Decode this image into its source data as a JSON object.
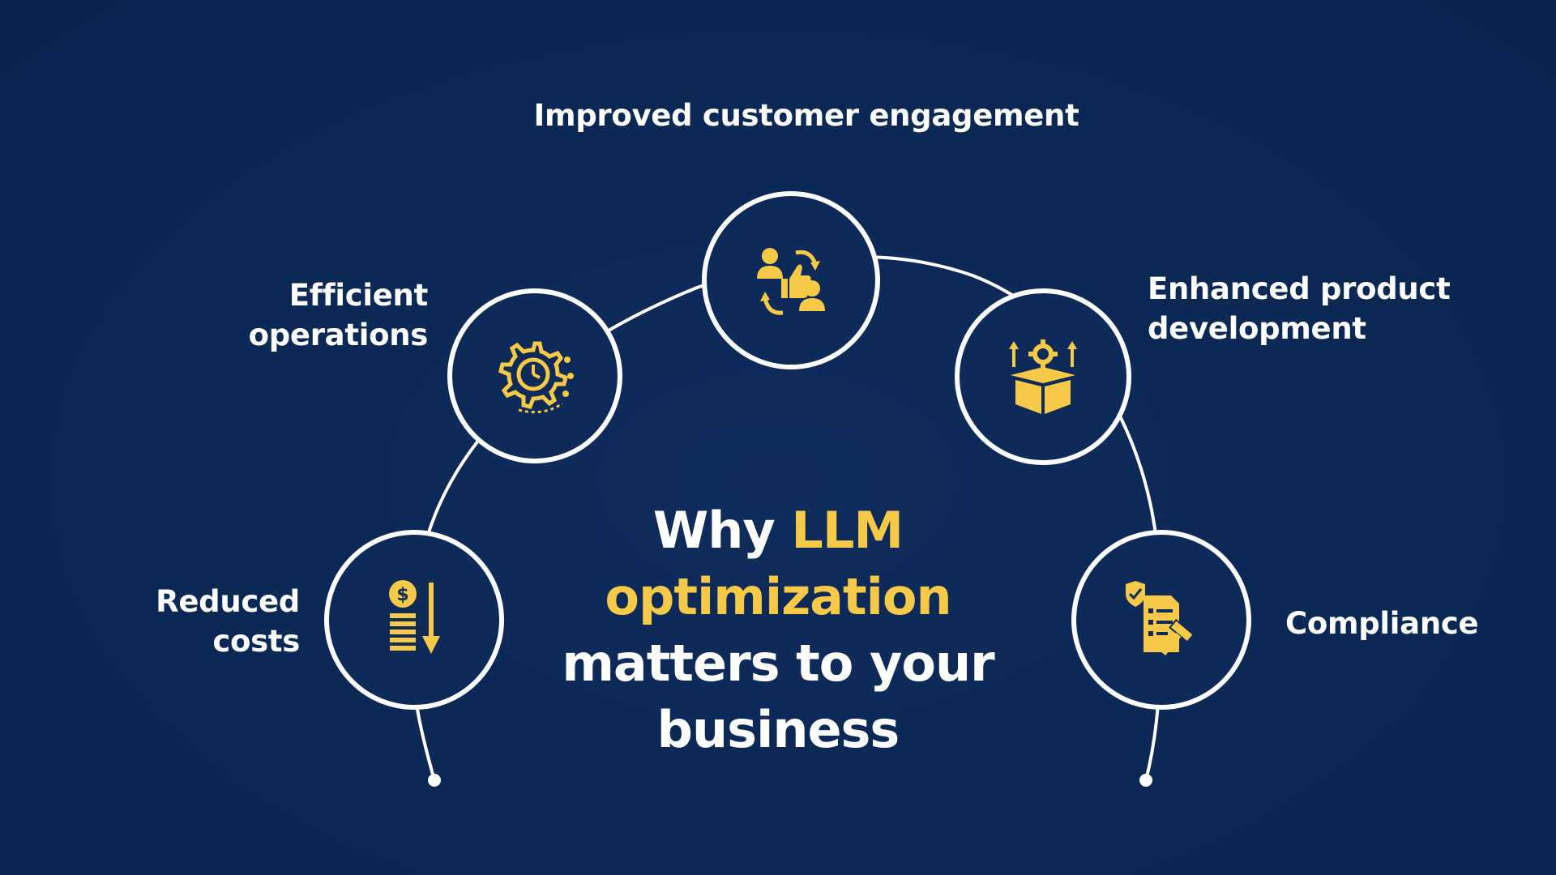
{
  "headline": {
    "line1_prefix": "Why",
    "line1_accent": "LLM",
    "line2_accent": "optimization",
    "line3": "matters to your",
    "line4": "business"
  },
  "colors": {
    "background": "#0b2753",
    "accent": "#f7c948",
    "line": "#ffffff",
    "node_fill": "#0d2a58"
  },
  "benefits": [
    {
      "lines": [
        "Improved customer engagement"
      ],
      "icon": "customer-engagement-icon"
    },
    {
      "lines": [
        "Efficient",
        "operations"
      ],
      "icon": "efficiency-gear-clock-icon"
    },
    {
      "lines": [
        "Enhanced product",
        "development"
      ],
      "icon": "product-box-gear-icon"
    },
    {
      "lines": [
        "Reduced",
        "costs"
      ],
      "icon": "reduced-costs-coin-icon"
    },
    {
      "lines": [
        "Compliance"
      ],
      "icon": "compliance-document-gavel-icon"
    }
  ]
}
